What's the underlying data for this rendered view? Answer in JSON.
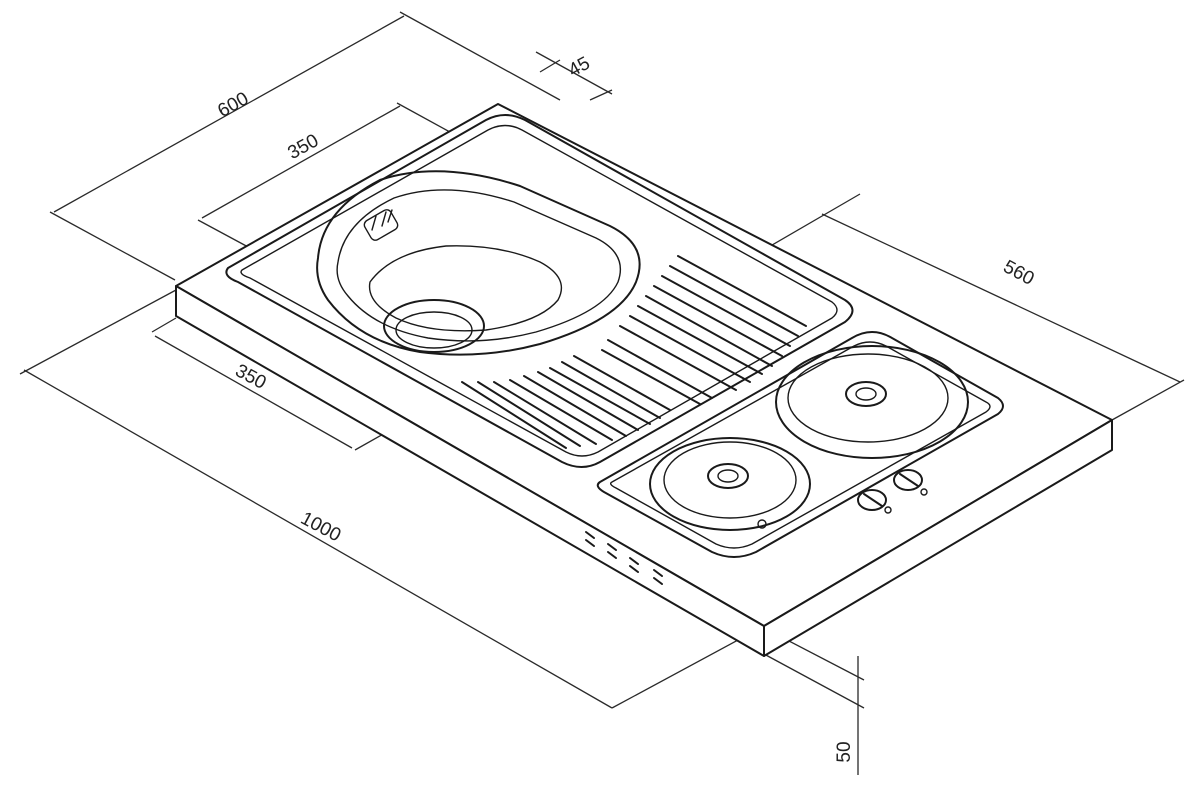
{
  "diagram": {
    "dimensions": {
      "overall_depth": "600",
      "edge_offset": "45",
      "basin_depth": "350",
      "basin_width": "350",
      "hob_depth": "560",
      "overall_length": "1000",
      "thickness": "50"
    }
  }
}
